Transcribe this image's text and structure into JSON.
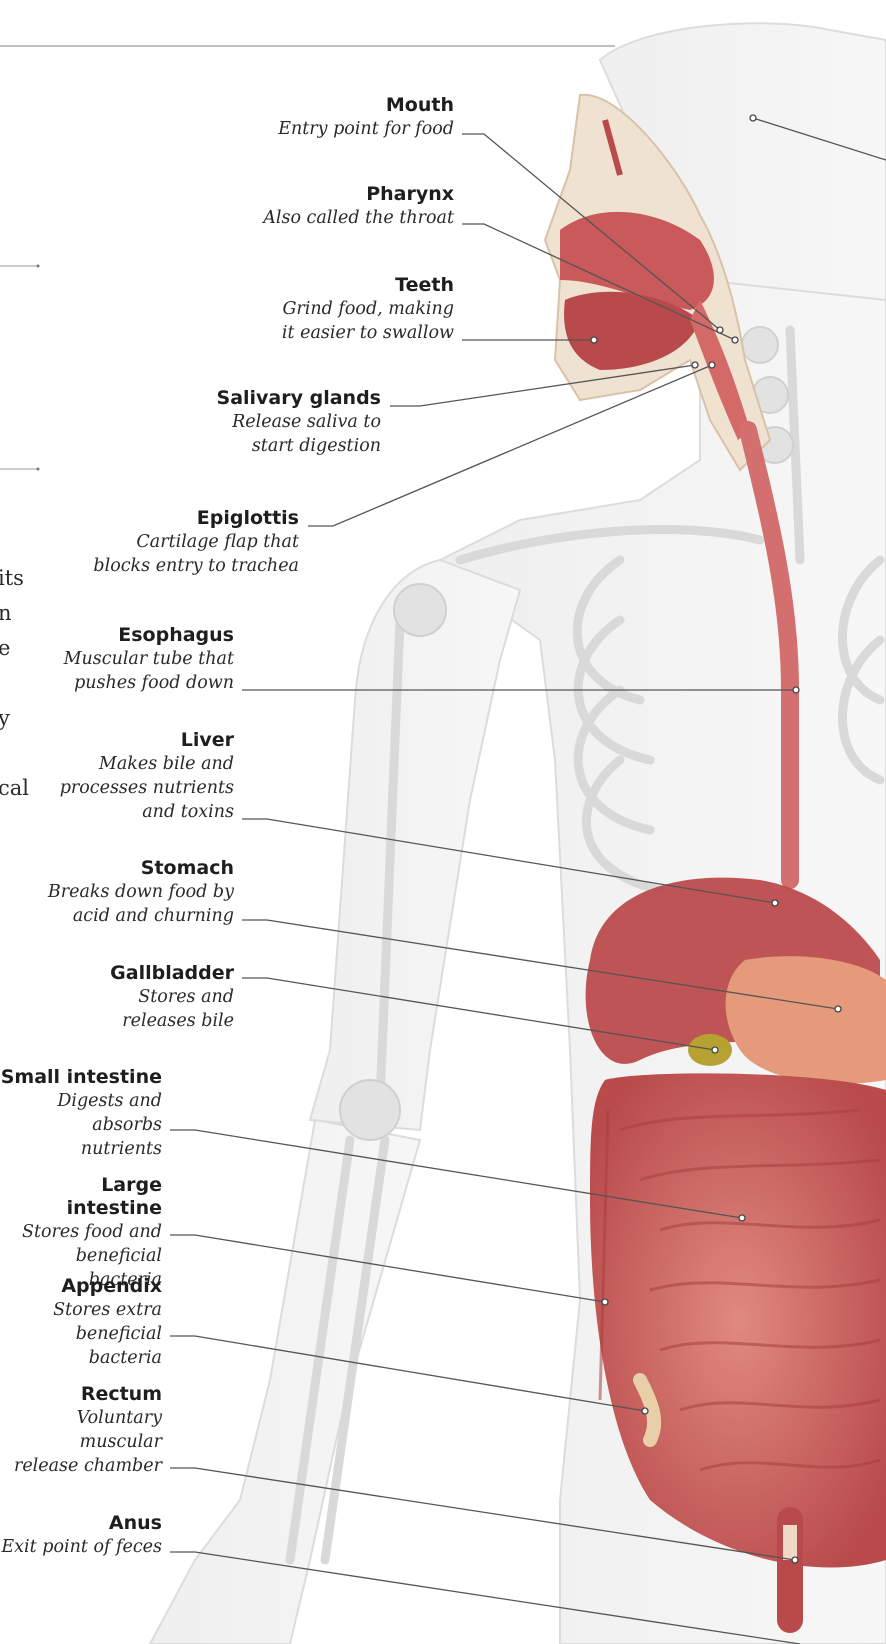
{
  "partial_text": {
    "lines": "its\nn\ne\n\ny\n\ncal"
  },
  "labels": [
    {
      "key": "mouth",
      "name": "Mouth",
      "desc": "Entry point for food"
    },
    {
      "key": "pharynx",
      "name": "Pharynx",
      "desc": "Also called the throat"
    },
    {
      "key": "teeth",
      "name": "Teeth",
      "desc": "Grind food, making\nit easier to swallow"
    },
    {
      "key": "salivary",
      "name": "Salivary glands",
      "desc": "Release saliva to\nstart digestion"
    },
    {
      "key": "epiglottis",
      "name": "Epiglottis",
      "desc": "Cartilage flap that\nblocks entry to trachea"
    },
    {
      "key": "esophagus",
      "name": "Esophagus",
      "desc": "Muscular tube that\npushes food down"
    },
    {
      "key": "liver",
      "name": "Liver",
      "desc": "Makes bile and\nprocesses nutrients\nand toxins"
    },
    {
      "key": "stomach",
      "name": "Stomach",
      "desc": "Breaks down food by\nacid and churning"
    },
    {
      "key": "gallbladder",
      "name": "Gallbladder",
      "desc": "Stores and\nreleases bile"
    },
    {
      "key": "small_intestine",
      "name": "Small intestine",
      "desc": "Digests and absorbs\nnutrients"
    },
    {
      "key": "large_intestine",
      "name": "Large intestine",
      "desc": "Stores food and\nbeneficial bacteria"
    },
    {
      "key": "appendix",
      "name": "Appendix",
      "desc": "Stores extra\nbeneficial bacteria"
    },
    {
      "key": "rectum",
      "name": "Rectum",
      "desc": "Voluntary\nmuscular\nrelease chamber"
    },
    {
      "key": "anus",
      "name": "Anus",
      "desc": "Exit point of feces"
    }
  ],
  "colors": {
    "skeleton": "#e6e6e6",
    "body_outline": "#d6d6d6",
    "tract": "#c9595a",
    "intestine": "#cf6a63",
    "leader_line": "#555555"
  }
}
